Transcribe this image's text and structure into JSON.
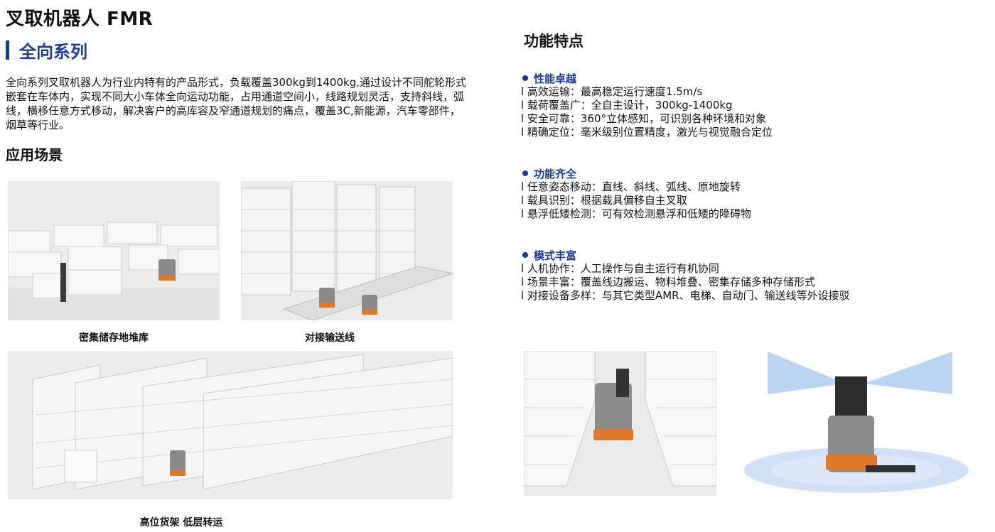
{
  "page": {
    "title": "叉取机器人 FMR",
    "series": "全向系列",
    "intro": "全向系列叉取机器人为行业内特有的产品形式，负载覆盖300kg到1400kg,通过设计不同舵轮形式嵌套在车体内，实现不同大小车体全向运动功能，占用通道空间小，线路规划灵活，支持斜线，弧线，横移任意方式移动，解决客户的高库容及窄通道规划的痛点，覆盖3C,新能源，汽车零部件，烟草等行业。",
    "scenes_heading": "应用场景",
    "features_heading": "功能特点"
  },
  "scenes": [
    {
      "caption": "密集储存地堆库"
    },
    {
      "caption": "对接输送线"
    },
    {
      "caption": "高位货架 低层转运"
    }
  ],
  "features": [
    {
      "title": "性能卓越",
      "items": [
        "l 高效运输：最高稳定运行速度1.5m/s",
        "l 载荷覆盖广：全自主设计，300kg-1400kg",
        "l 安全可靠：360°立体感知，可识别各种环境和对象",
        "l 精确定位：毫米级别位置精度，激光与视觉融合定位"
      ]
    },
    {
      "title": "功能齐全",
      "items": [
        "l 任意姿态移动：直线、斜线、弧线、原地旋转",
        "l 载具识别：根据载具偏移自主叉取",
        "l 悬浮低矮检测：可有效检测悬浮和低矮的障碍物"
      ]
    },
    {
      "title": "模式丰富",
      "items": [
        "l 人机协作：人工操作与自主运行有机协同",
        "l 场景丰富：覆盖线边搬运、物料堆叠、密集存储多种存储形式",
        "l 对接设备多样：与其它类型AMR、电梯、自动门、输送线等外设接驳"
      ]
    }
  ],
  "colors": {
    "accent": "#1a3a9c",
    "text": "#111111",
    "robot_orange": "#e07a2a"
  }
}
